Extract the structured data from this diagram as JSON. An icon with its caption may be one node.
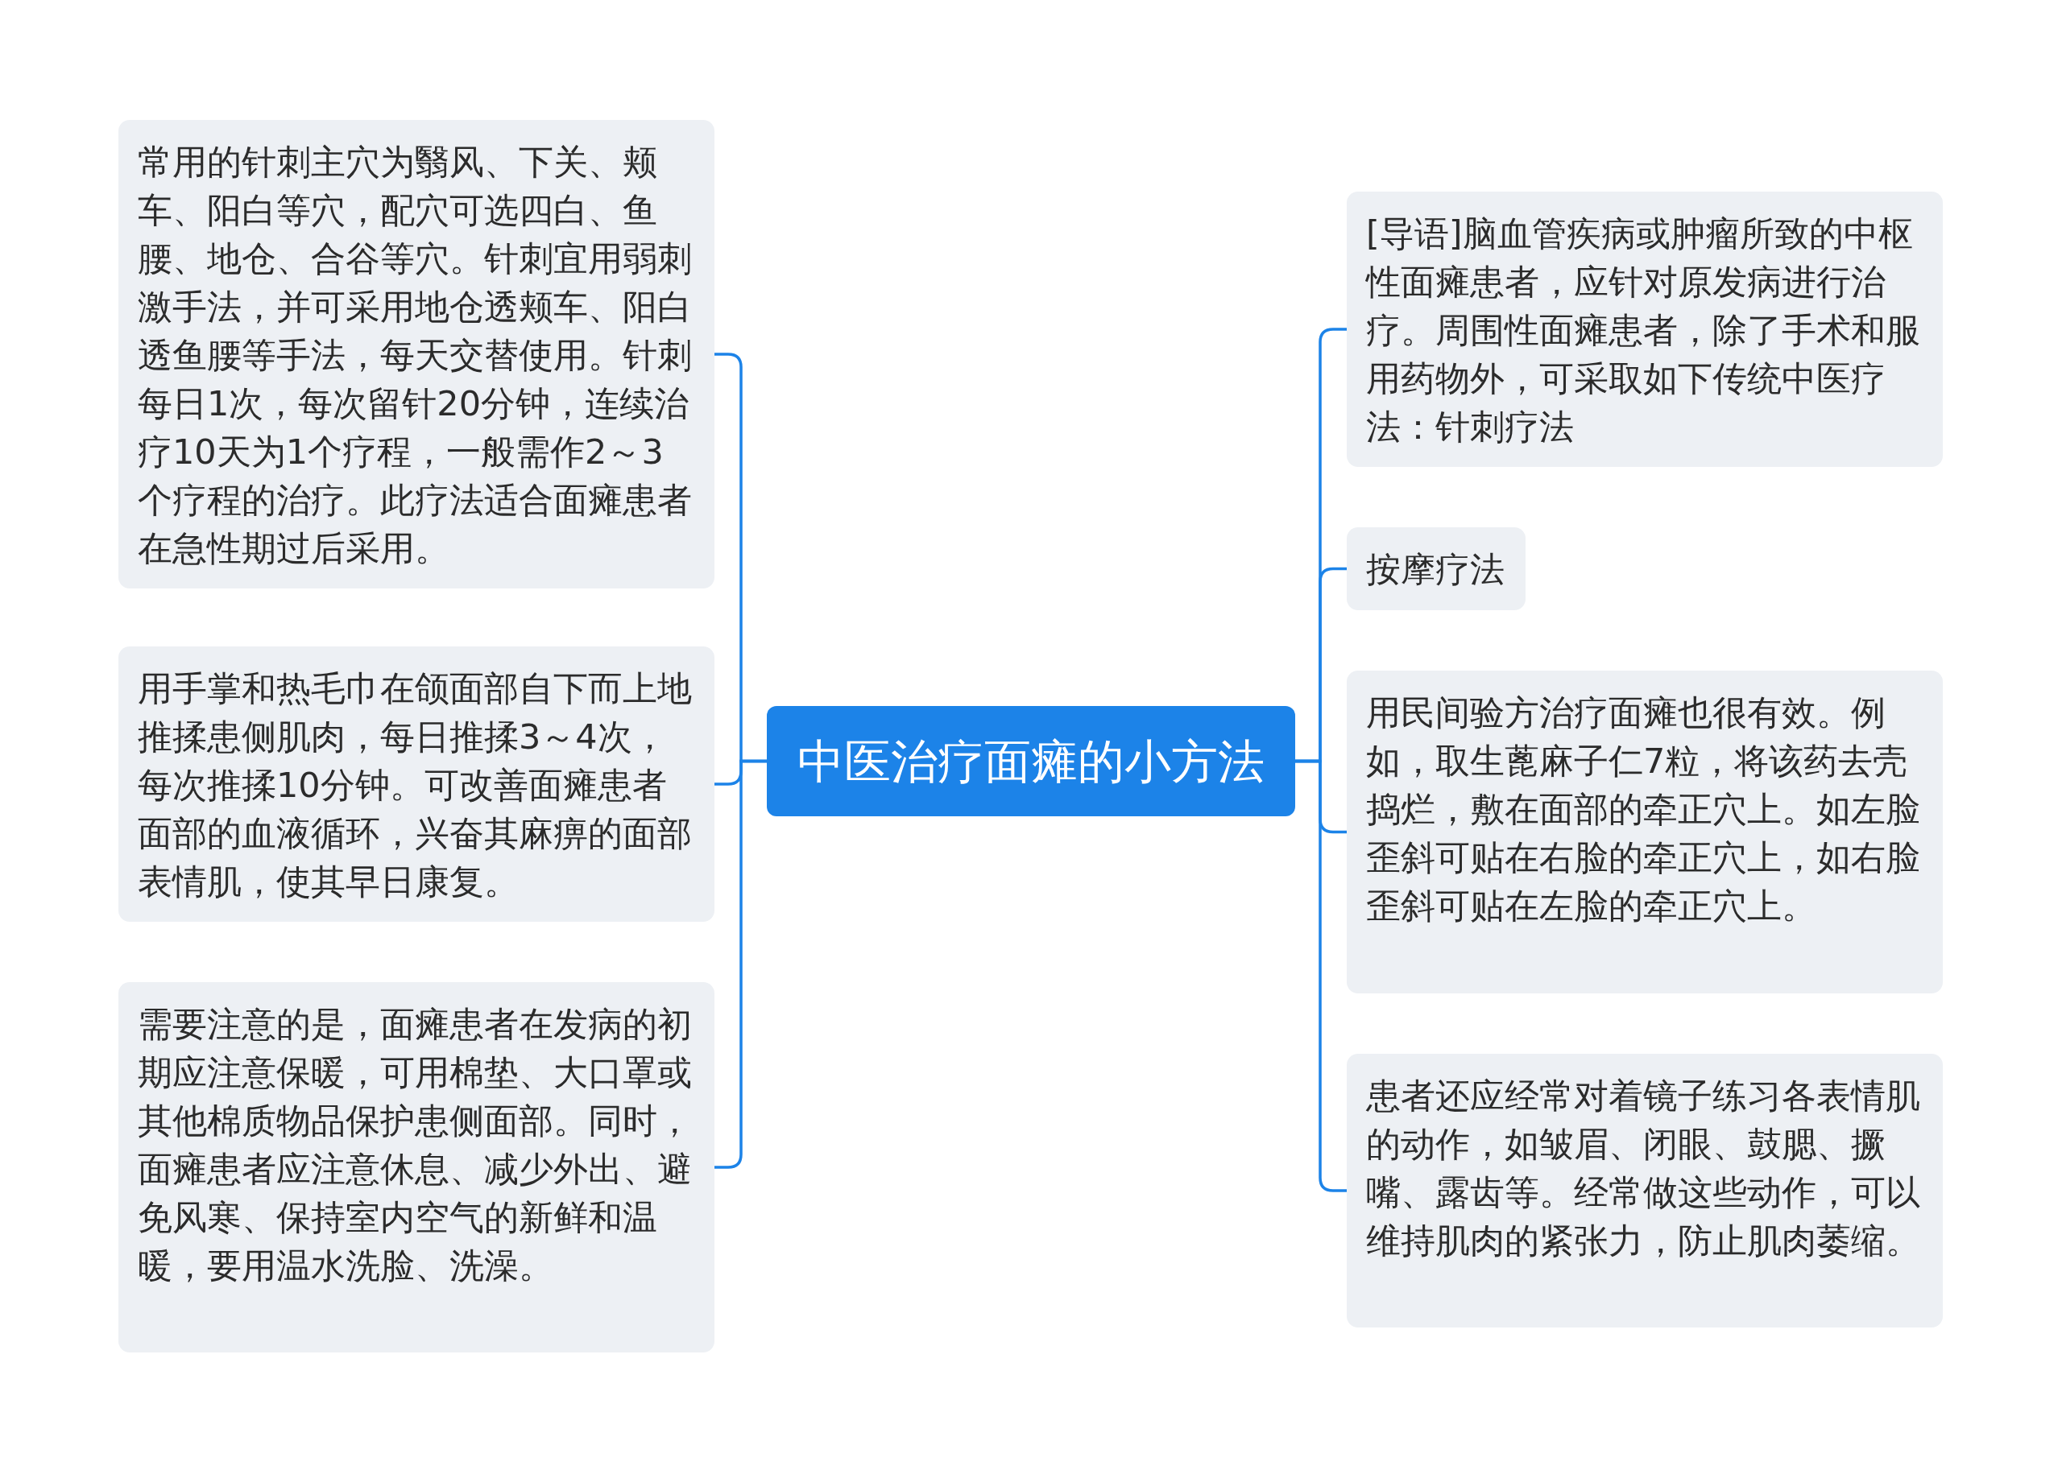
{
  "diagram": {
    "nodes": [
      {
        "text": [
          "中医治疗面瘫的小方法"
        ]
      },
      {
        "text": [
          "常用的针刺主穴为翳风、下关、颊车、阳白等穴，配穴可选四白、鱼腰、地仓、合谷等穴。针刺宜用弱刺激手法，并可采用地仓透颊车、阳白透鱼腰等手法，每天交替使用。针刺每日1次，每次留针20分钟，连续治疗10天为1个疗程，一般需作2～3个疗程的治疗。此疗法适合面瘫患者在急性期过后采用。"
        ]
      },
      {
        "text": [
          "用手掌和热毛巾在颌面部自下而上地推揉患侧肌肉，每日推揉3～4次，每次推揉10分钟。可改善面瘫患者面部的血液循环，兴奋其麻痹的面部表情肌，使其早日康复。"
        ]
      },
      {
        "text": [
          "需要注意的是，面瘫患者在发病的初期应注意保暖，可用棉垫、大口罩或其他棉质物品保护患侧面部。同时，面瘫患者应注意休息、减少外出、避免风寒、保持室内空气的新鲜和温暖，要用温水洗脸、洗澡。"
        ]
      },
      {
        "text": [
          "[导语]脑血管疾病或肿瘤所致的中枢性面瘫患者，应针对原发病进行治疗。周围性面瘫患者，除了手术和服用药物外，可采取如下传统中医疗法：针刺疗法"
        ]
      },
      {
        "text": [
          "按摩疗法"
        ]
      },
      {
        "text": [
          "用民间验方治疗面瘫也很有效。例如，取生蓖麻子仁7粒，将该药去壳捣烂，敷在面部的牵正穴上。如左脸歪斜可贴在右脸的牵正穴上，如右脸歪斜可贴在左脸的牵正穴上。"
        ]
      },
      {
        "text": [
          "患者还应经常对着镜子练习各表情肌的动作，如皱眉、闭眼、鼓腮、撅嘴、露齿等。经常做这些动作，可以维持肌肉的紧张力，防止肌肉萎缩。"
        ]
      }
    ],
    "edges": [
      {
        "from": 0,
        "to": 1,
        "arrow": "none"
      },
      {
        "from": 0,
        "to": 2,
        "arrow": "none"
      },
      {
        "from": 0,
        "to": 3,
        "arrow": "none"
      },
      {
        "from": 0,
        "to": 4,
        "arrow": "none"
      },
      {
        "from": 0,
        "to": 5,
        "arrow": "none"
      },
      {
        "from": 0,
        "to": 6,
        "arrow": "none"
      },
      {
        "from": 0,
        "to": 7,
        "arrow": "none"
      }
    ]
  }
}
